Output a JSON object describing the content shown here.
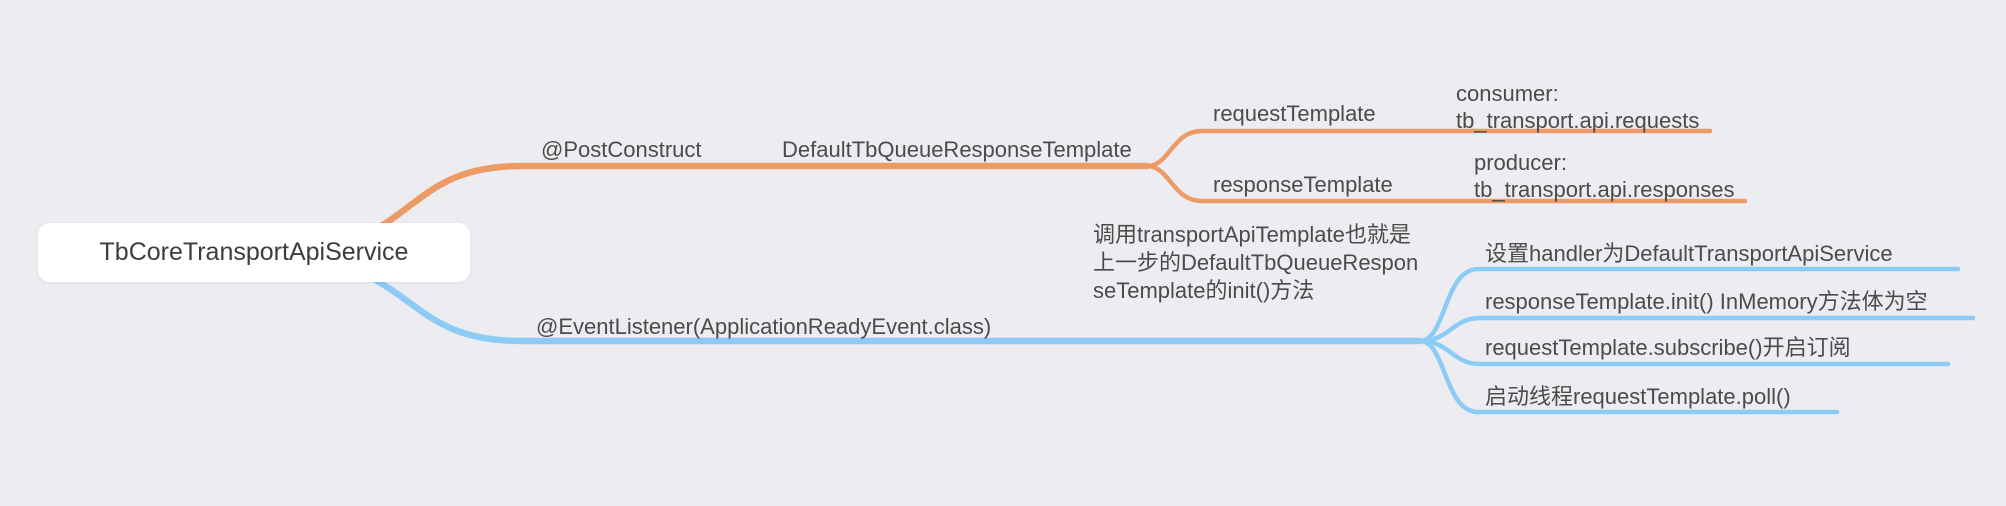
{
  "colors": {
    "background": "#EDEDF1",
    "orange_branch": "#EC9B66",
    "blue_branch": "#8CCBF5",
    "text": "#4B4B4B"
  },
  "root": {
    "label": "TbCoreTransportApiService"
  },
  "post_construct_branch": {
    "annotation": "@PostConstruct",
    "class_name": "DefaultTbQueueResponseTemplate",
    "request": {
      "label": "requestTemplate",
      "detail_line1": "consumer:",
      "detail_line2": "tb_transport.api.requests"
    },
    "response": {
      "label": "responseTemplate",
      "detail_line1": "producer:",
      "detail_line2": "tb_transport.api.responses"
    }
  },
  "event_listener_branch": {
    "annotation": "@EventListener(ApplicationReadyEvent.class)",
    "description": "调用transportApiTemplate也就是上一步的DefaultTbQueueResponseTemplate的init()方法",
    "steps": [
      "设置handler为DefaultTransportApiService",
      "responseTemplate.init() InMemory方法体为空",
      "requestTemplate.subscribe()开启订阅",
      "启动线程requestTemplate.poll()"
    ]
  }
}
